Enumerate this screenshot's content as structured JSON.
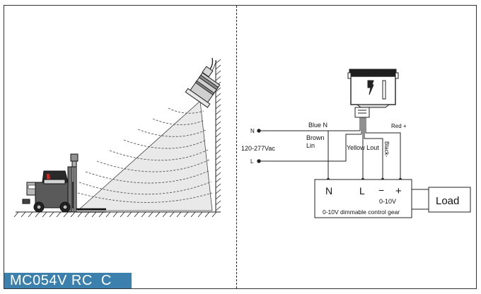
{
  "model_label": "MC054V RC  C",
  "terminals": {
    "n_input": "N",
    "l_input": "L",
    "voltage": "120-277Vac"
  },
  "wires": {
    "blue": "Blue N",
    "brown_line1": "Brown",
    "brown_line2": "Lin",
    "yellow": "Yellow Lout",
    "black": "Black-",
    "red": "Red +"
  },
  "driver": {
    "n_label": "N",
    "l_label": "L",
    "minus_label": "−",
    "plus_label": "+",
    "range_label": "0-10V",
    "caption": "0-10V dimmable control gear"
  },
  "load_label": "Load",
  "colors": {
    "label_bar": "#3c81ad",
    "lines": "#222222"
  }
}
